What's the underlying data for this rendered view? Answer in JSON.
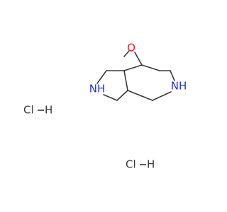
{
  "molecule": {
    "atoms": {
      "oxygen": "O",
      "nitrogen_left": "NH",
      "nitrogen_right": "NH"
    },
    "salts": [
      {
        "cl": "Cl",
        "h": "H"
      },
      {
        "cl": "Cl",
        "h": "H"
      }
    ]
  },
  "colors": {
    "carbon": "#3a3a3a",
    "oxygen": "#e8211f",
    "nitrogen": "#2233cc",
    "hcl": "#3a3a3a"
  }
}
